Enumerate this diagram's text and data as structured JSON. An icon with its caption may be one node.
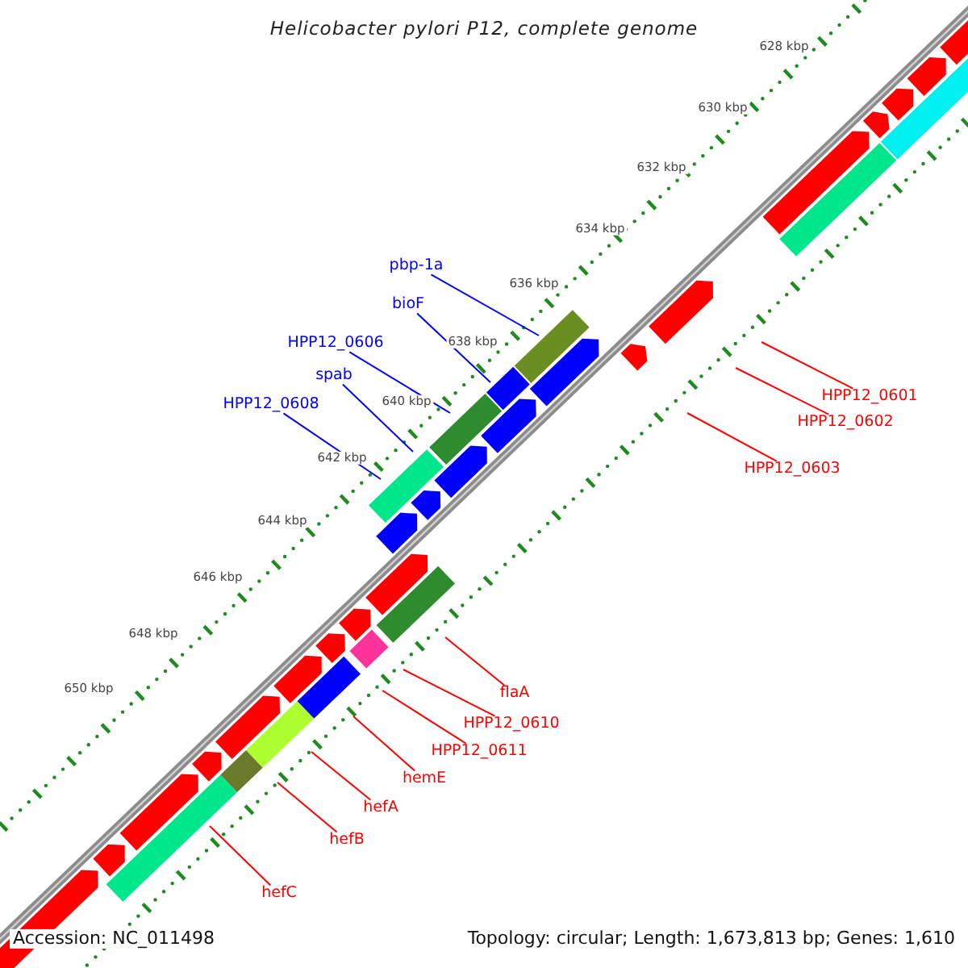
{
  "diagram": {
    "title": "Helicobacter pylori P12, complete genome",
    "nodes": [
      {
        "text": [
          "pbp-1a"
        ]
      },
      {
        "text": [
          "bioF"
        ]
      },
      {
        "text": [
          "HPP12_0606"
        ]
      },
      {
        "text": [
          "spab"
        ]
      },
      {
        "text": [
          "HPP12_0608"
        ]
      },
      {
        "text": [
          "HPP12_0601"
        ]
      },
      {
        "text": [
          "HPP12_0602"
        ]
      },
      {
        "text": [
          "HPP12_0603"
        ]
      },
      {
        "text": [
          "flaA"
        ]
      },
      {
        "text": [
          "HPP12_0610"
        ]
      },
      {
        "text": [
          "HPP12_0611"
        ]
      },
      {
        "text": [
          "hemE"
        ]
      },
      {
        "text": [
          "hefA"
        ]
      },
      {
        "text": [
          "hefB"
        ]
      },
      {
        "text": [
          "hefC"
        ]
      }
    ],
    "edges": [
      {
        "from": 0,
        "to": null,
        "arrow": "none",
        "color": "#0000ff"
      },
      {
        "from": 1,
        "to": null,
        "arrow": "none",
        "color": "#0000ff"
      },
      {
        "from": 2,
        "to": null,
        "arrow": "none",
        "color": "#0000ff"
      },
      {
        "from": 3,
        "to": null,
        "arrow": "none",
        "color": "#0000ff"
      },
      {
        "from": 4,
        "to": null,
        "arrow": "none",
        "color": "#0000ff"
      },
      {
        "from": 5,
        "to": null,
        "arrow": "none"
      },
      {
        "from": 6,
        "to": null,
        "arrow": "none"
      },
      {
        "from": 7,
        "to": null,
        "arrow": "none"
      },
      {
        "from": 8,
        "to": null,
        "arrow": "none"
      },
      {
        "from": 9,
        "to": null,
        "arrow": "none"
      },
      {
        "from": 10,
        "to": null,
        "arrow": "none"
      },
      {
        "from": 11,
        "to": null,
        "arrow": "none"
      },
      {
        "from": 12,
        "to": null,
        "arrow": "none"
      },
      {
        "from": 13,
        "to": null,
        "arrow": "none"
      },
      {
        "from": 14,
        "to": null,
        "arrow": "none"
      }
    ],
    "labels": [
      "628 kbp",
      "630 kbp",
      "632 kbp",
      "634 kbp",
      "636 kbp",
      "638 kbp",
      "640 kbp",
      "642 kbp",
      "644 kbp",
      "646 kbp",
      "648 kbp",
      "650 kbp",
      "Accession: NC_011498",
      "Topology: circular; Length: 1,673,813 bp; Genes: 1,610"
    ]
  }
}
